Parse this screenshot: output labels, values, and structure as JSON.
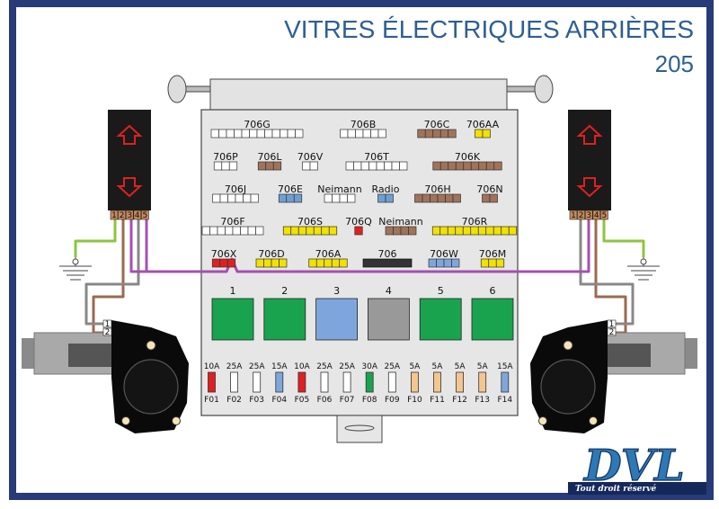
{
  "header": {
    "title": "VITRES ÉLECTRIQUES ARRIÈRES",
    "model": "205"
  },
  "colors": {
    "white": "#ffffff",
    "brown": "#a0735a",
    "yellow": "#f2e200",
    "blue": "#6f9fd2",
    "red": "#e02020",
    "black": "#333333",
    "green": "#1aa34f",
    "grey": "#999999",
    "lightblue": "#7fa6dc",
    "beige": "#f3c690",
    "frame": "#273b78",
    "wire_purple": "#a450b0",
    "wire_green": "#8cc63f",
    "wire_brown": "#9b6a4d",
    "wire_grey": "#888888"
  },
  "connectors": [
    {
      "id": "706G",
      "color": "white",
      "pins": 12
    },
    {
      "id": "706B",
      "color": "white",
      "pins": 6
    },
    {
      "id": "706C",
      "color": "brown",
      "pins": 5
    },
    {
      "id": "706AA",
      "color": "yellow",
      "pins": 2
    },
    {
      "id": "706P",
      "color": "white",
      "pins": 3
    },
    {
      "id": "706L",
      "color": "brown",
      "pins": 3
    },
    {
      "id": "706V",
      "color": "white",
      "pins": 2
    },
    {
      "id": "706T",
      "color": "white",
      "pins": 8
    },
    {
      "id": "706K",
      "color": "brown",
      "pins": 9
    },
    {
      "id": "706J",
      "color": "white",
      "pins": 6
    },
    {
      "id": "706E",
      "color": "blue",
      "pins": 3
    },
    {
      "id": "Neimann",
      "color": "white",
      "pins": 4
    },
    {
      "id": "Radio",
      "color": "blue",
      "pins": 2
    },
    {
      "id": "706H",
      "color": "brown",
      "pins": 6
    },
    {
      "id": "706N",
      "color": "brown",
      "pins": 2
    },
    {
      "id": "706F",
      "color": "white",
      "pins": 8
    },
    {
      "id": "706S",
      "color": "yellow",
      "pins": 7
    },
    {
      "id": "706Q",
      "color": "red",
      "pins": 1
    },
    {
      "id": "Neimann",
      "color": "brown",
      "pins": 4
    },
    {
      "id": "706R",
      "color": "yellow",
      "pins": 11
    },
    {
      "id": "706X",
      "color": "red",
      "pins": 3
    },
    {
      "id": "706D",
      "color": "yellow",
      "pins": 4
    },
    {
      "id": "706A",
      "color": "yellow",
      "pins": 5
    },
    {
      "id": "706",
      "color": "black",
      "pins": 1
    },
    {
      "id": "706W",
      "color": "lightblue",
      "pins": 4
    },
    {
      "id": "706M",
      "color": "yellow",
      "pins": 3
    }
  ],
  "relays": [
    {
      "num": "1",
      "color": "green"
    },
    {
      "num": "2",
      "color": "green"
    },
    {
      "num": "3",
      "color": "lightblue"
    },
    {
      "num": "4",
      "color": "grey"
    },
    {
      "num": "5",
      "color": "green"
    },
    {
      "num": "6",
      "color": "green"
    }
  ],
  "fuses": [
    {
      "id": "F01",
      "amp": "10A",
      "color": "red"
    },
    {
      "id": "F02",
      "amp": "25A",
      "color": "white"
    },
    {
      "id": "F03",
      "amp": "25A",
      "color": "white"
    },
    {
      "id": "F04",
      "amp": "15A",
      "color": "lightblue"
    },
    {
      "id": "F05",
      "amp": "10A",
      "color": "red"
    },
    {
      "id": "F06",
      "amp": "25A",
      "color": "white"
    },
    {
      "id": "F07",
      "amp": "25A",
      "color": "white"
    },
    {
      "id": "F08",
      "amp": "30A",
      "color": "green"
    },
    {
      "id": "F09",
      "amp": "25A",
      "color": "white"
    },
    {
      "id": "F10",
      "amp": "5A",
      "color": "beige"
    },
    {
      "id": "F11",
      "amp": "5A",
      "color": "beige"
    },
    {
      "id": "F12",
      "amp": "5A",
      "color": "beige"
    },
    {
      "id": "F13",
      "amp": "5A",
      "color": "beige"
    },
    {
      "id": "F14",
      "amp": "15A",
      "color": "lightblue"
    }
  ],
  "switch_pins": [
    "1",
    "2",
    "3",
    "4",
    "5"
  ],
  "motor_pins": [
    "1",
    "2"
  ],
  "logo": {
    "text": "DVL",
    "subtext": "Tout droit réservé"
  }
}
